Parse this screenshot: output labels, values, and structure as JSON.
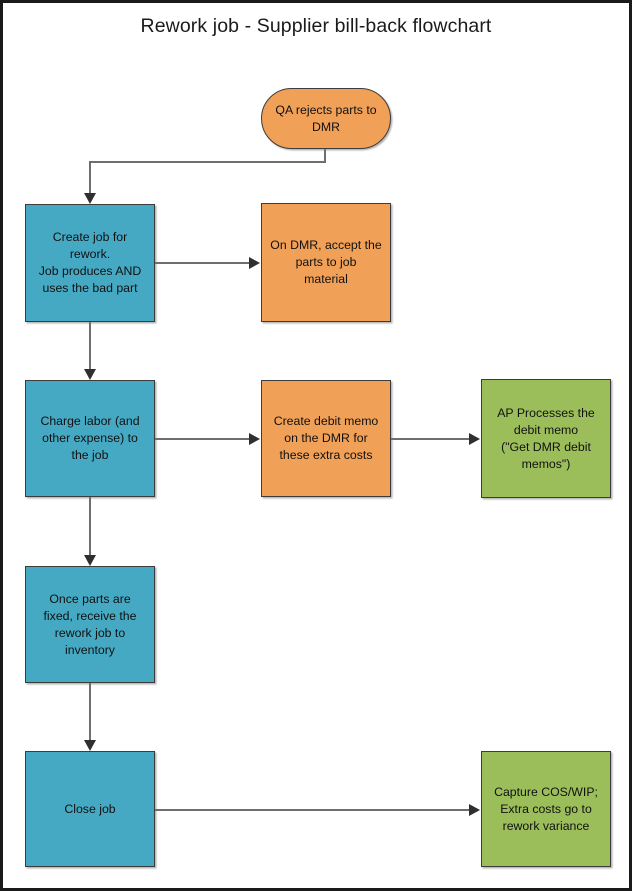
{
  "diagram": {
    "title": "Rework job - Supplier bill-back flowchart",
    "colors": {
      "blue": "#45A9C4",
      "orange": "#F0A057",
      "green": "#9BBE5B",
      "connector": "#6e6e6e",
      "arrow": "#2f2f2f",
      "border": "#3c3c3c",
      "frame": "#1a1a1a",
      "background": "#ffffff",
      "text": "#111111"
    },
    "nodes": [
      {
        "id": "qa-rejects",
        "label": "QA rejects parts to\nDMR",
        "shape": "stadium",
        "color": "orange"
      },
      {
        "id": "create-job",
        "label": "Create job for\nrework.\nJob produces AND\nuses the bad part",
        "shape": "rect",
        "color": "blue"
      },
      {
        "id": "accept-parts",
        "label": "On DMR, accept the\nparts to job\nmaterial",
        "shape": "rect",
        "color": "orange"
      },
      {
        "id": "charge-labor",
        "label": "Charge labor (and\nother expense) to\nthe job",
        "shape": "rect",
        "color": "blue"
      },
      {
        "id": "create-debit-memo",
        "label": "Create debit memo\non the DMR for\nthese extra costs",
        "shape": "rect",
        "color": "orange"
      },
      {
        "id": "ap-processes",
        "label": "AP Processes the\ndebit memo\n(\"Get DMR debit\nmemos\")",
        "shape": "rect",
        "color": "green"
      },
      {
        "id": "receive-rework",
        "label": "Once parts are\nfixed, receive the\nrework job to\ninventory",
        "shape": "rect",
        "color": "blue"
      },
      {
        "id": "close-job",
        "label": "Close job",
        "shape": "rect",
        "color": "blue"
      },
      {
        "id": "capture-cos-wip",
        "label": "Capture COS/WIP;\nExtra costs go to\nrework variance",
        "shape": "rect",
        "color": "green"
      }
    ]
  }
}
